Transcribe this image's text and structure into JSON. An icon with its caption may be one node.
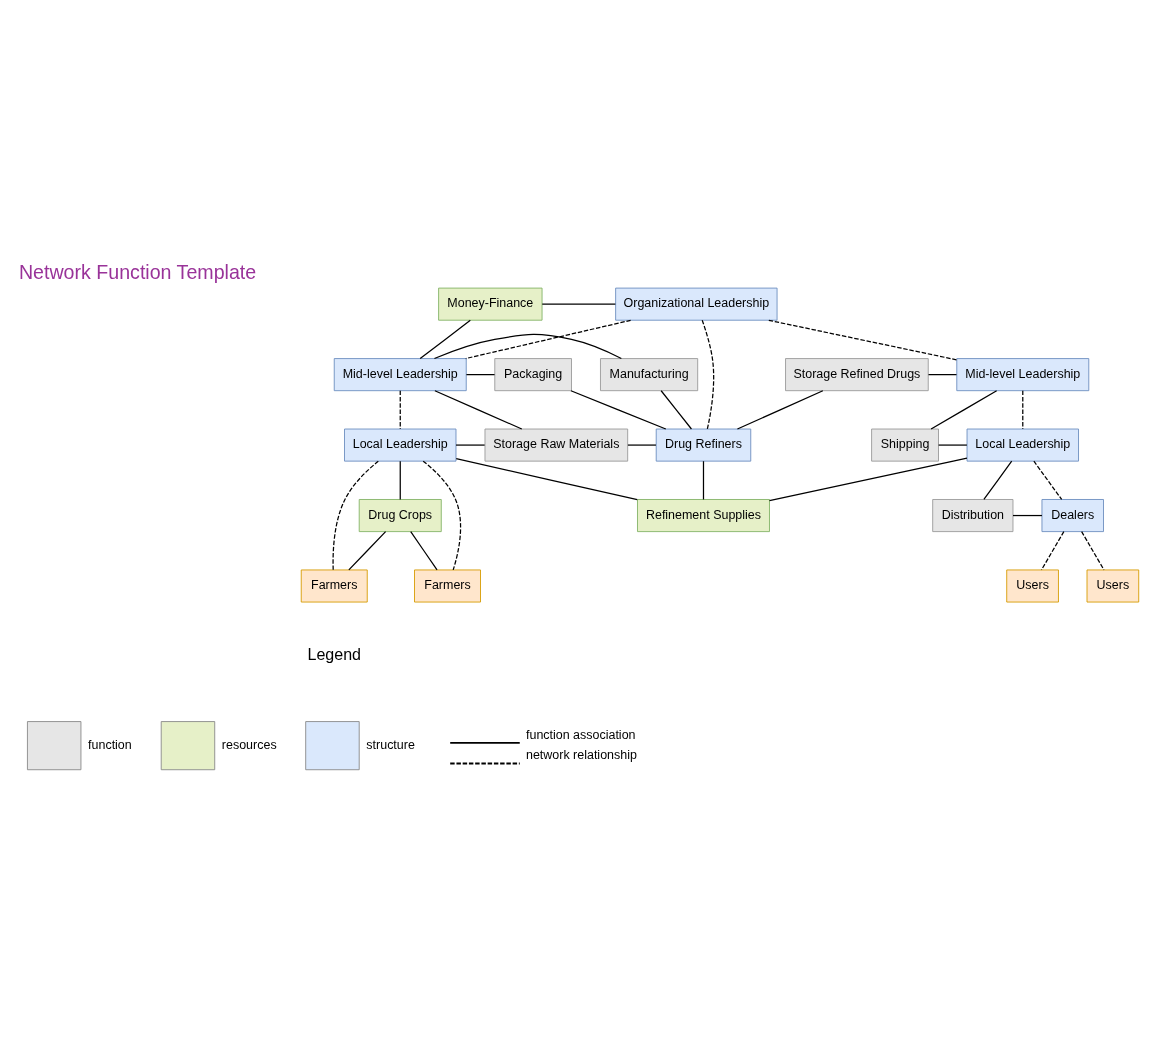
{
  "diagram": {
    "title": "Network Function Template",
    "nodes": [
      {
        "text": [
          "Money-Finance"
        ]
      },
      {
        "text": [
          "Organizational Leadership"
        ]
      },
      {
        "text": [
          "Mid-level Leadership"
        ]
      },
      {
        "text": [
          "Manufacturing"
        ]
      },
      {
        "text": [
          "Packaging"
        ]
      },
      {
        "text": [
          "Storage Refined Drugs"
        ]
      },
      {
        "text": [
          "Mid-level Leadership"
        ]
      },
      {
        "text": [
          "Storage Raw Materials"
        ]
      },
      {
        "text": [
          "Drug Refiners"
        ]
      },
      {
        "text": [
          "Local Leadership"
        ]
      },
      {
        "text": [
          "Shipping"
        ]
      },
      {
        "text": [
          "Local Leadership"
        ]
      },
      {
        "text": [
          "Drug Crops"
        ]
      },
      {
        "text": [
          "Refinement Supplies"
        ]
      },
      {
        "text": [
          "Distribution"
        ]
      },
      {
        "text": [
          "Dealers"
        ]
      },
      {
        "text": [
          "Farmers"
        ]
      },
      {
        "text": [
          "Farmers"
        ]
      },
      {
        "text": [
          "Users"
        ]
      },
      {
        "text": [
          "Users"
        ]
      }
    ],
    "edges": [
      {
        "from": 0,
        "to": 1,
        "arrow": "none"
      },
      {
        "from": 0,
        "to": 2,
        "arrow": "none"
      },
      {
        "from": 1,
        "to": 2,
        "arrow": "none",
        "style": "dashed"
      },
      {
        "from": 1,
        "to": 6,
        "arrow": "none",
        "style": "dashed"
      },
      {
        "from": 1,
        "to": 8,
        "arrow": "none",
        "style": "dashed"
      },
      {
        "from": 2,
        "to": 3,
        "arrow": "none"
      },
      {
        "from": 2,
        "to": 4,
        "arrow": "none"
      },
      {
        "from": 2,
        "to": 7,
        "arrow": "none"
      },
      {
        "from": 2,
        "to": 9,
        "arrow": "none",
        "style": "dashed"
      },
      {
        "from": 3,
        "to": 8,
        "arrow": "none"
      },
      {
        "from": 4,
        "to": 8,
        "arrow": "none"
      },
      {
        "from": 5,
        "to": 8,
        "arrow": "none"
      },
      {
        "from": 5,
        "to": 6,
        "arrow": "none"
      },
      {
        "from": 6,
        "to": 10,
        "arrow": "none"
      },
      {
        "from": 6,
        "to": 11,
        "arrow": "none",
        "style": "dashed"
      },
      {
        "from": 7,
        "to": 8,
        "arrow": "none"
      },
      {
        "from": 9,
        "to": 7,
        "arrow": "none"
      },
      {
        "from": 9,
        "to": 13,
        "arrow": "none"
      },
      {
        "from": 9,
        "to": 12,
        "arrow": "none"
      },
      {
        "from": 9,
        "to": 16,
        "arrow": "none",
        "style": "dashed"
      },
      {
        "from": 9,
        "to": 17,
        "arrow": "none",
        "style": "dashed"
      },
      {
        "from": 8,
        "to": 13,
        "arrow": "none"
      },
      {
        "from": 10,
        "to": 11,
        "arrow": "none"
      },
      {
        "from": 13,
        "to": 11,
        "arrow": "none"
      },
      {
        "from": 11,
        "to": 14,
        "arrow": "none"
      },
      {
        "from": 11,
        "to": 15,
        "arrow": "none",
        "style": "dashed"
      },
      {
        "from": 14,
        "to": 15,
        "arrow": "none"
      },
      {
        "from": 12,
        "to": 16,
        "arrow": "none"
      },
      {
        "from": 12,
        "to": 17,
        "arrow": "none"
      },
      {
        "from": 15,
        "to": 18,
        "arrow": "none",
        "style": "dashed"
      },
      {
        "from": 15,
        "to": 19,
        "arrow": "none",
        "style": "dashed"
      }
    ],
    "labels": [
      "Legend"
    ],
    "legend": [
      {
        "text": "function",
        "color": "#e6e6e6"
      },
      {
        "text": "resources",
        "color": "#e6f0c8"
      },
      {
        "text": "structure",
        "color": "#dae8fc"
      },
      {
        "text": "function association"
      },
      {
        "text": "network relationship"
      }
    ]
  }
}
